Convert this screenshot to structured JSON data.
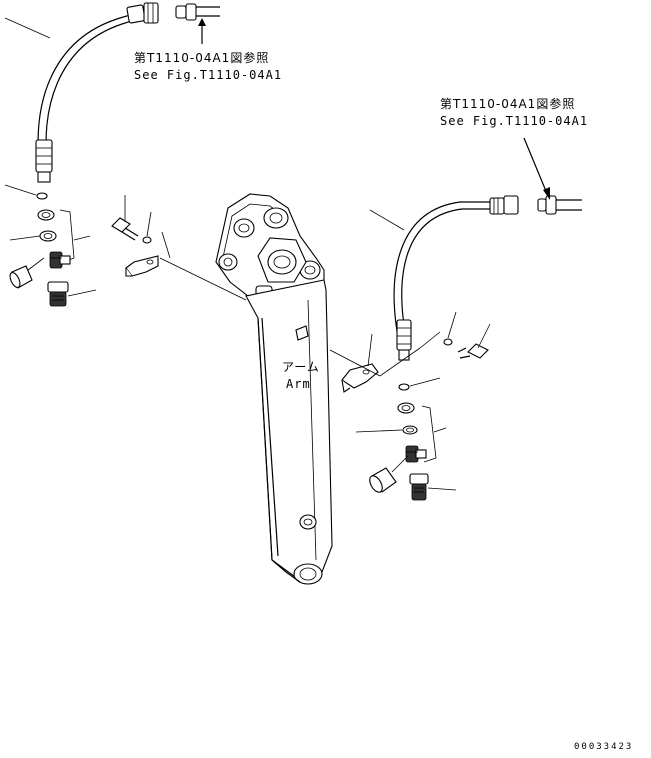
{
  "references": {
    "left": {
      "jp": "第T1110-04A1図参照",
      "en": "See Fig.T1110-04A1"
    },
    "right": {
      "jp": "第T1110-04A1図参照",
      "en": "See Fig.T1110-04A1"
    }
  },
  "arm_label": {
    "jp": "アーム",
    "en": "Arm"
  },
  "serial": "00033423"
}
